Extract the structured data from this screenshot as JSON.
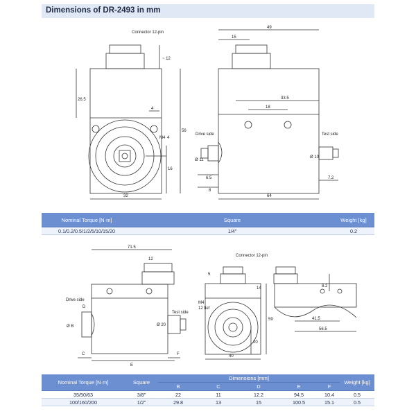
{
  "page": {
    "title": "Dimensions of DR-2493 in mm"
  },
  "drawing_top": {
    "labels": {
      "connector": "Connector 12-pin",
      "drive_side": "Drive side",
      "test_side": "Test side",
      "d49": "49",
      "d15": "15",
      "d12": "~ 12",
      "d265": "26.5",
      "d4": "4",
      "d56": "56",
      "d16": "16",
      "d32": "32",
      "d64": "64",
      "d335": "33.5",
      "d18": "18",
      "dM4": "M4",
      "dM4b": "4",
      "d65": "6.5",
      "d8": "8",
      "d72": "7.2",
      "dphi11": "Ø 11",
      "dphi10": "Ø 10"
    }
  },
  "drawing_bottom": {
    "labels": {
      "connector": "Connector 12-pin",
      "drive_side": "Drive side",
      "test_side": "Test side",
      "d715": "71.5",
      "d12": "12",
      "d5": "5",
      "d14": "14",
      "dD": "D",
      "dB": "Ø B",
      "d20a": "Ø 20",
      "dC": "C",
      "dE": "E",
      "dF": "F",
      "dM4": "M4",
      "d12b": "12 tief",
      "d59": "59",
      "d20b": "20",
      "d40": "40",
      "d82": "8.2",
      "d415": "41.5",
      "d565": "56.5"
    }
  },
  "table1": {
    "headers": [
      "Nominal Torque [N·m]",
      "Square",
      "Weight [kg]"
    ],
    "rows": [
      [
        "0.1/0.2/0.5/1/2/5/10/15/20",
        "1/4\"",
        "0.2"
      ]
    ]
  },
  "table2": {
    "headers": {
      "torque": "Nominal Torque [N·m]",
      "square": "Square",
      "dimensions": "Dimensions [mm]",
      "weight": "Weight [kg]",
      "sub": [
        "B",
        "C",
        "D",
        "E",
        "F"
      ]
    },
    "rows": [
      [
        "35/50/63",
        "3/8\"",
        "22",
        "11",
        "12.2",
        "94.5",
        "10.4",
        "0.5"
      ],
      [
        "100/160/200",
        "1/2\"",
        "29.8",
        "13",
        "15",
        "100.5",
        "15.1",
        "0.5"
      ]
    ]
  }
}
